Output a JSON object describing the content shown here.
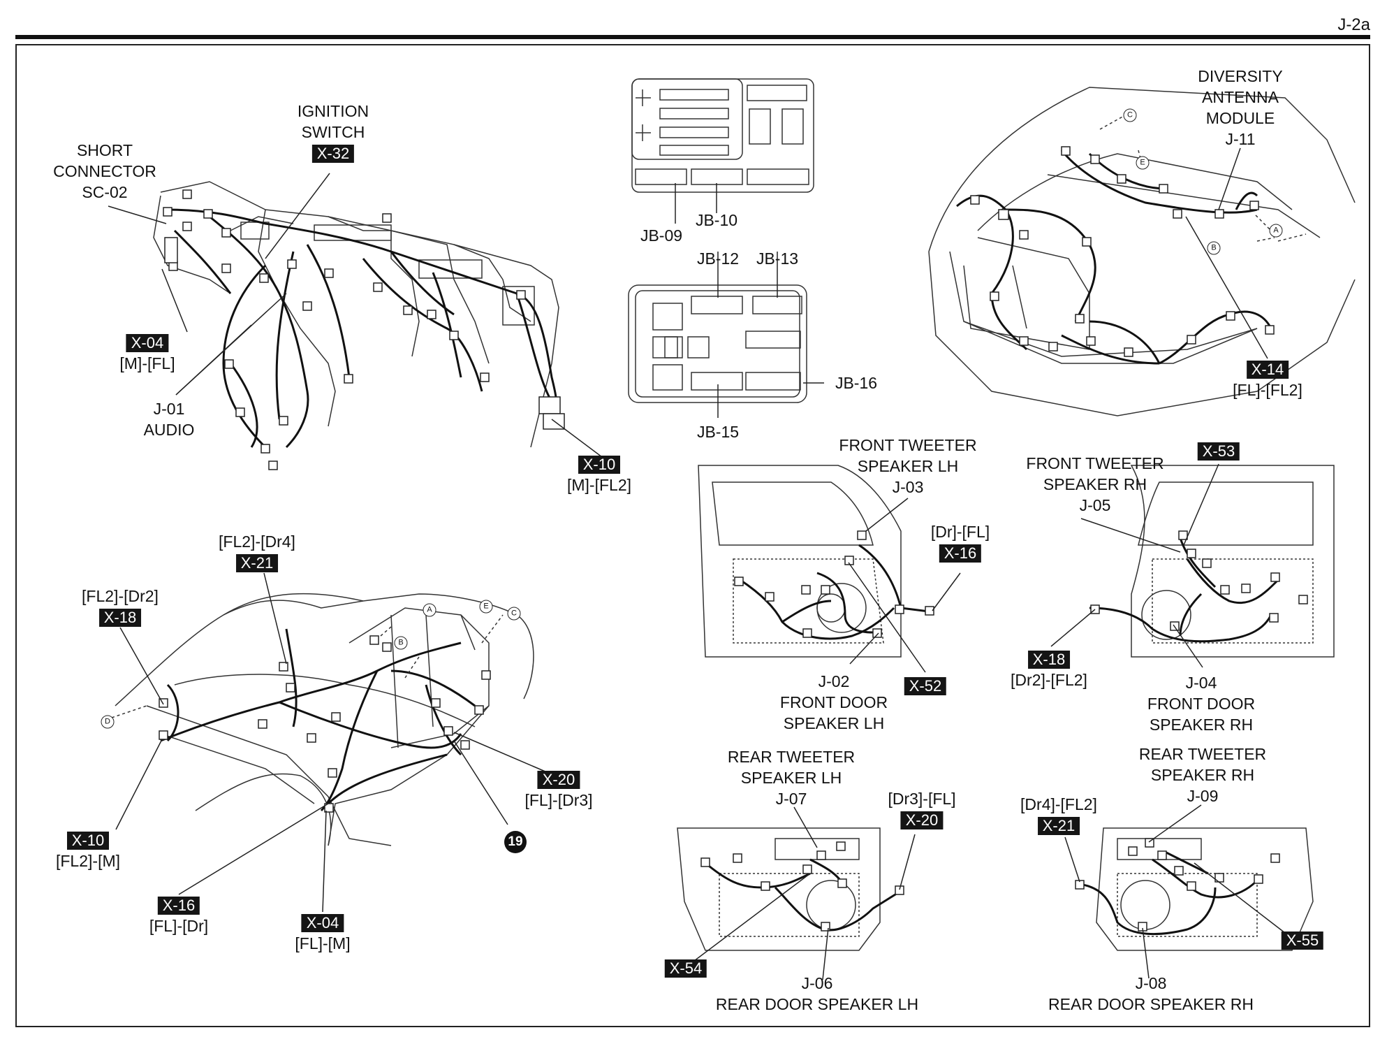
{
  "page_id": "J-2a",
  "labels": {
    "short_connector": [
      "SHORT",
      "CONNECTOR",
      "SC-02"
    ],
    "ignition_switch": [
      "IGNITION",
      "SWITCH"
    ],
    "ignition_switch_code": "X-32",
    "x04_dash_code": "X-04",
    "x04_dash_conn": "[M]-[FL]",
    "j01": [
      "J-01",
      "AUDIO"
    ],
    "x10_dash_code": "X-10",
    "x10_dash_conn": "[M]-[FL2]",
    "jb09": "JB-09",
    "jb10": "JB-10",
    "jb12": "JB-12",
    "jb13": "JB-13",
    "jb15": "JB-15",
    "jb16": "JB-16",
    "diversity_antenna": [
      "DIVERSITY",
      "ANTENNA",
      "MODULE",
      "J-11"
    ],
    "x14_code": "X-14",
    "x14_conn": "[FL]-[FL2]",
    "x21_car_conn": "[FL2]-[Dr4]",
    "x21_car_code": "X-21",
    "x18_car_conn": "[FL2]-[Dr2]",
    "x18_car_code": "X-18",
    "x20_car_code": "X-20",
    "x20_car_conn": "[FL]-[Dr3]",
    "ground_19": "19",
    "x10_car_code": "X-10",
    "x10_car_conn": "[FL2]-[M]",
    "x16_car_code": "X-16",
    "x16_car_conn": "[FL]-[Dr]",
    "x04_car_code": "X-04",
    "x04_car_conn": "[FL]-[M]",
    "front_tweeter_lh": [
      "FRONT TWEETER",
      "SPEAKER LH",
      "J-03"
    ],
    "x16_door_conn": "[Dr]-[FL]",
    "x16_door_code": "X-16",
    "j02": [
      "J-02",
      "FRONT DOOR",
      "SPEAKER LH"
    ],
    "x52_code": "X-52",
    "front_tweeter_rh": [
      "FRONT TWEETER",
      "SPEAKER RH",
      "J-05"
    ],
    "x53_code": "X-53",
    "x18_door_code": "X-18",
    "x18_door_conn": "[Dr2]-[FL2]",
    "j04": [
      "J-04",
      "FRONT DOOR",
      "SPEAKER RH"
    ],
    "rear_tweeter_lh": [
      "REAR TWEETER",
      "SPEAKER LH",
      "J-07"
    ],
    "x20_door_conn": "[Dr3]-[FL]",
    "x20_door_code": "X-20",
    "x54_code": "X-54",
    "j06": [
      "J-06",
      "REAR DOOR SPEAKER LH"
    ],
    "rear_tweeter_rh": [
      "REAR TWEETER",
      "SPEAKER RH",
      "J-09"
    ],
    "x21_door_conn": "[Dr4]-[FL2]",
    "x21_door_code": "X-21",
    "x55_code": "X-55",
    "j08": [
      "J-08",
      "REAR DOOR SPEAKER RH"
    ]
  },
  "markers": {
    "a_trunk": "A",
    "b_trunk": "B",
    "c_trunk": "C",
    "e_trunk": "E",
    "a_car": "A",
    "b_car": "B",
    "c_car": "C",
    "d_car": "D",
    "e_car": "E"
  }
}
